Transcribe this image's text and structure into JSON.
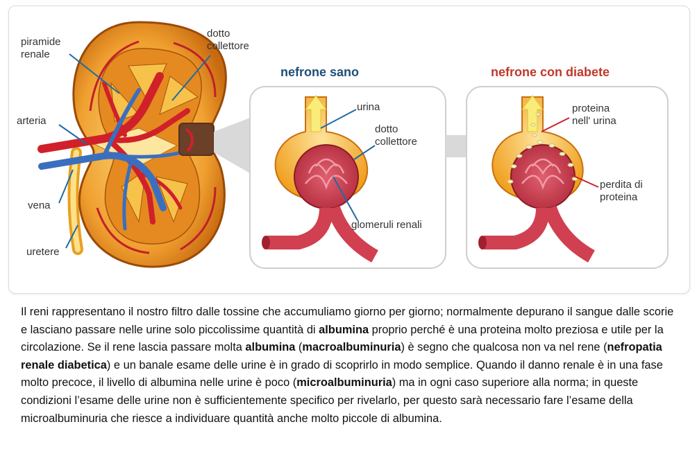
{
  "diagram": {
    "kidney_labels": {
      "piramide": "piramide\nrenale",
      "dotto_collettore": "dotto\ncollettore",
      "arteria": "arteria",
      "vena": "vena",
      "uretere": "uretere"
    },
    "healthy": {
      "title": "nefrone sano",
      "urina": "urina",
      "dotto_collettore": "dotto\ncollettore",
      "glomeruli": "glomeruli renali"
    },
    "diabetic": {
      "title": "nefrone con diabete",
      "proteina_urina": "proteina\nnell' urina",
      "perdita": "perdita di\nproteina"
    },
    "colors": {
      "kidney_cortex": "#f0a030",
      "kidney_outline": "#b05a10",
      "artery": "#d0202a",
      "vein": "#3a6fc0",
      "urine": "#f6e27a",
      "capsule": "#f5a623",
      "glomerulus": "#c94050",
      "healthy_title": "#1f4e79",
      "diabetic_title": "#c0392b"
    }
  },
  "caption": {
    "p1": "Il reni rappresentano il nostro filtro dalle tossine che accumuliamo giorno per giorno; normalmente depurano il sangue dalle scorie e lasciano passare nelle urine solo piccolissime quantità di ",
    "b1": "albumina",
    "p2": " proprio perché è una proteina molto preziosa e utile per la circolazione. Se il rene lascia passare molta ",
    "b2": "albumina",
    "p3": " (",
    "b3": "macroalbuminuria",
    "p4": ")  è segno che qualcosa non va nel rene (",
    "b4": "nefropatia renale diabetica",
    "p5": ") e un banale esame delle urine è in grado di scoprirlo in modo semplice. Quando il danno renale è in una fase molto precoce, il livello di albumina nelle urine è poco (",
    "b5": "microalbuminuria",
    "p6": ")  ma in ogni caso superiore alla norma; in queste condizioni l’esame delle urine non è sufficientemente specifico per rivelarlo, per questo sarà necessario fare l’esame della microalbuminuria che riesce a individuare  quantità anche molto piccole di albumina."
  }
}
